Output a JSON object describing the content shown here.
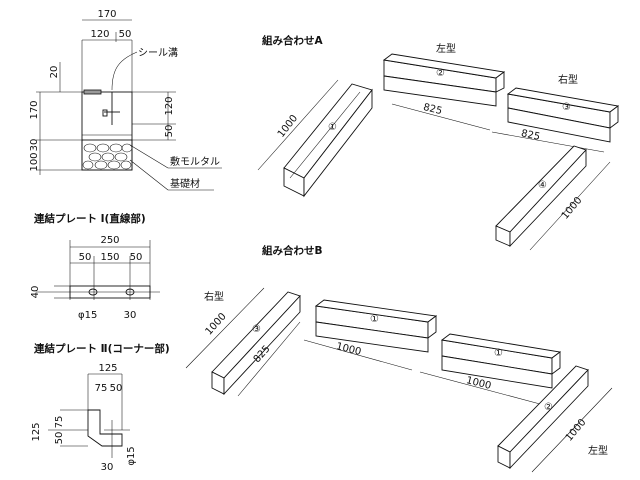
{
  "section_view": {
    "dims": {
      "top_total": "170",
      "top_left": "120",
      "top_right": "50",
      "left_20": "20",
      "left_170": "170",
      "left_30": "30",
      "left_100": "100",
      "right_120": "120",
      "right_50": "50"
    },
    "labels": {
      "seal_groove": "シール溝",
      "mortar": "敷モルタル",
      "foundation": "基礎材"
    }
  },
  "plate1": {
    "title": "連結プレート Ⅰ(直線部)",
    "dims": {
      "total": "250",
      "d50a": "50",
      "d150": "150",
      "d50b": "50",
      "height": "40",
      "hole": "φ15",
      "d30": "30"
    }
  },
  "plate2": {
    "title": "連結プレート Ⅱ(コーナー部)",
    "dims": {
      "top": "125",
      "d75": "75",
      "d50": "50",
      "left125": "125",
      "left50": "50",
      "left75": "75",
      "d30": "30",
      "hole": "φ15"
    }
  },
  "combo_a": {
    "title": "組み合わせA",
    "left_type": "左型",
    "right_type": "右型",
    "m1": "①",
    "m2": "②",
    "m3": "③",
    "m4": "④",
    "len_1000_left": "1000",
    "len_825_a": "825",
    "len_825_b": "825",
    "len_1000_right": "1000"
  },
  "combo_b": {
    "title": "組み合わせB",
    "right_type": "右型",
    "left_type": "左型",
    "m1a": "①",
    "m1b": "①",
    "m3": "③",
    "m2": "②",
    "len_1000_a": "1000",
    "len_825": "825",
    "len_1000_b": "1000",
    "len_1000_c": "1000",
    "len_1000_d": "1000"
  }
}
